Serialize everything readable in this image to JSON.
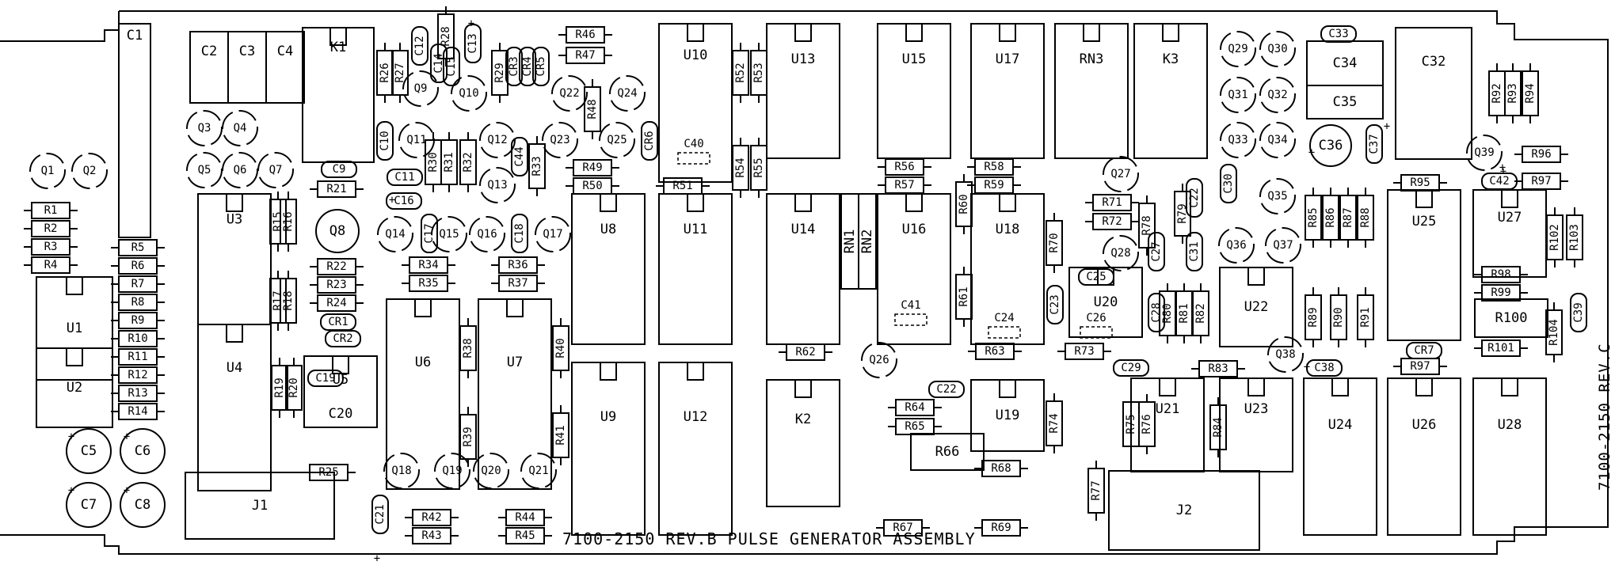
{
  "board_title": "7100-2150 REV.B PULSE GENERATOR ASSEMBLY",
  "board_rev_side": "7100-2150 REV.C",
  "plus_marks": [
    "+",
    "+",
    "+",
    "+",
    "+",
    "+",
    "+",
    "+",
    "+",
    "+",
    "+",
    "+"
  ],
  "rects": [
    {
      "ref": "C1",
      "dir": "h"
    },
    {
      "ref": "C2",
      "dir": "h"
    },
    {
      "ref": "C3",
      "dir": "h"
    },
    {
      "ref": "C4",
      "dir": "h"
    },
    {
      "ref": "K1",
      "dir": "h"
    },
    {
      "ref": "U1",
      "dir": "h"
    },
    {
      "ref": "U2",
      "dir": "h"
    },
    {
      "ref": "U3",
      "dir": "h"
    },
    {
      "ref": "U4",
      "dir": "h"
    },
    {
      "ref": "U5",
      "dir": "h"
    },
    {
      "ref": "C20",
      "dir": "h"
    },
    {
      "ref": "U6",
      "dir": "h"
    },
    {
      "ref": "U7",
      "dir": "h"
    },
    {
      "ref": "U8",
      "dir": "h"
    },
    {
      "ref": "U9",
      "dir": "h"
    },
    {
      "ref": "U10",
      "dir": "h"
    },
    {
      "ref": "U11",
      "dir": "h"
    },
    {
      "ref": "U12",
      "dir": "h"
    },
    {
      "ref": "U13",
      "dir": "h"
    },
    {
      "ref": "U14",
      "dir": "h"
    },
    {
      "ref": "K2",
      "dir": "h"
    },
    {
      "ref": "U15",
      "dir": "h"
    },
    {
      "ref": "U16",
      "dir": "h"
    },
    {
      "ref": "U17",
      "dir": "h"
    },
    {
      "ref": "U18",
      "dir": "h"
    },
    {
      "ref": "U19",
      "dir": "h"
    },
    {
      "ref": "RN3",
      "dir": "h"
    },
    {
      "ref": "K3",
      "dir": "h"
    },
    {
      "ref": "U20",
      "dir": "h"
    },
    {
      "ref": "U21",
      "dir": "h"
    },
    {
      "ref": "U22",
      "dir": "h"
    },
    {
      "ref": "U23",
      "dir": "h"
    },
    {
      "ref": "C34",
      "dir": "h"
    },
    {
      "ref": "C35",
      "dir": "h"
    },
    {
      "ref": "C32",
      "dir": "h"
    },
    {
      "ref": "U24",
      "dir": "h"
    },
    {
      "ref": "U25",
      "dir": "h"
    },
    {
      "ref": "U26",
      "dir": "h"
    },
    {
      "ref": "U27",
      "dir": "h"
    },
    {
      "ref": "U28",
      "dir": "h"
    },
    {
      "ref": "J1",
      "dir": "h"
    },
    {
      "ref": "J2",
      "dir": "h"
    },
    {
      "ref": "R66",
      "dir": "h"
    },
    {
      "ref": "RN1",
      "dir": "v"
    },
    {
      "ref": "RN2",
      "dir": "v"
    },
    {
      "ref": "R100",
      "dir": "h"
    }
  ],
  "resistors": [
    {
      "ref": "R1",
      "dir": "h"
    },
    {
      "ref": "R2",
      "dir": "h"
    },
    {
      "ref": "R3",
      "dir": "h"
    },
    {
      "ref": "R4",
      "dir": "h"
    },
    {
      "ref": "R5",
      "dir": "h"
    },
    {
      "ref": "R6",
      "dir": "h"
    },
    {
      "ref": "R7",
      "dir": "h"
    },
    {
      "ref": "R8",
      "dir": "h"
    },
    {
      "ref": "R9",
      "dir": "h"
    },
    {
      "ref": "R10",
      "dir": "h"
    },
    {
      "ref": "R11",
      "dir": "h"
    },
    {
      "ref": "R12",
      "dir": "h"
    },
    {
      "ref": "R13",
      "dir": "h"
    },
    {
      "ref": "R14",
      "dir": "h"
    },
    {
      "ref": "R15",
      "dir": "v"
    },
    {
      "ref": "R16",
      "dir": "v"
    },
    {
      "ref": "R17",
      "dir": "v"
    },
    {
      "ref": "R18",
      "dir": "v"
    },
    {
      "ref": "R19",
      "dir": "v"
    },
    {
      "ref": "R20",
      "dir": "v"
    },
    {
      "ref": "R21",
      "dir": "h"
    },
    {
      "ref": "R22",
      "dir": "h"
    },
    {
      "ref": "R23",
      "dir": "h"
    },
    {
      "ref": "R24",
      "dir": "h"
    },
    {
      "ref": "R25",
      "dir": "h"
    },
    {
      "ref": "R26",
      "dir": "v"
    },
    {
      "ref": "R27",
      "dir": "v"
    },
    {
      "ref": "R28",
      "dir": "v"
    },
    {
      "ref": "R29",
      "dir": "v"
    },
    {
      "ref": "R30",
      "dir": "v"
    },
    {
      "ref": "R31",
      "dir": "v"
    },
    {
      "ref": "R32",
      "dir": "v"
    },
    {
      "ref": "R33",
      "dir": "v"
    },
    {
      "ref": "R34",
      "dir": "h"
    },
    {
      "ref": "R35",
      "dir": "h"
    },
    {
      "ref": "R36",
      "dir": "h"
    },
    {
      "ref": "R37",
      "dir": "h"
    },
    {
      "ref": "R38",
      "dir": "v"
    },
    {
      "ref": "R39",
      "dir": "v"
    },
    {
      "ref": "R40",
      "dir": "v"
    },
    {
      "ref": "R41",
      "dir": "v"
    },
    {
      "ref": "R42",
      "dir": "h"
    },
    {
      "ref": "R43",
      "dir": "h"
    },
    {
      "ref": "R44",
      "dir": "h"
    },
    {
      "ref": "R45",
      "dir": "h"
    },
    {
      "ref": "R46",
      "dir": "h"
    },
    {
      "ref": "R47",
      "dir": "h"
    },
    {
      "ref": "R48",
      "dir": "v"
    },
    {
      "ref": "R49",
      "dir": "h"
    },
    {
      "ref": "R50",
      "dir": "h"
    },
    {
      "ref": "R51",
      "dir": "h"
    },
    {
      "ref": "R52",
      "dir": "v"
    },
    {
      "ref": "R53",
      "dir": "v"
    },
    {
      "ref": "R54",
      "dir": "v"
    },
    {
      "ref": "R55",
      "dir": "v"
    },
    {
      "ref": "R56",
      "dir": "h"
    },
    {
      "ref": "R57",
      "dir": "h"
    },
    {
      "ref": "R58",
      "dir": "h"
    },
    {
      "ref": "R59",
      "dir": "h"
    },
    {
      "ref": "R60",
      "dir": "v"
    },
    {
      "ref": "R61",
      "dir": "v"
    },
    {
      "ref": "R62",
      "dir": "h"
    },
    {
      "ref": "R63",
      "dir": "h"
    },
    {
      "ref": "R64",
      "dir": "h"
    },
    {
      "ref": "R65",
      "dir": "h"
    },
    {
      "ref": "R67",
      "dir": "h"
    },
    {
      "ref": "R68",
      "dir": "h"
    },
    {
      "ref": "R69",
      "dir": "h"
    },
    {
      "ref": "R70",
      "dir": "v"
    },
    {
      "ref": "R71",
      "dir": "h"
    },
    {
      "ref": "R72",
      "dir": "h"
    },
    {
      "ref": "R73",
      "dir": "h"
    },
    {
      "ref": "R74",
      "dir": "v"
    },
    {
      "ref": "R75",
      "dir": "v"
    },
    {
      "ref": "R76",
      "dir": "v"
    },
    {
      "ref": "R77",
      "dir": "v"
    },
    {
      "ref": "R78",
      "dir": "v"
    },
    {
      "ref": "R79",
      "dir": "v"
    },
    {
      "ref": "R80",
      "dir": "v"
    },
    {
      "ref": "R81",
      "dir": "v"
    },
    {
      "ref": "R82",
      "dir": "v"
    },
    {
      "ref": "R83",
      "dir": "h"
    },
    {
      "ref": "R84",
      "dir": "v"
    },
    {
      "ref": "R85",
      "dir": "v"
    },
    {
      "ref": "R86",
      "dir": "v"
    },
    {
      "ref": "R87",
      "dir": "v"
    },
    {
      "ref": "R88",
      "dir": "v"
    },
    {
      "ref": "R89",
      "dir": "v"
    },
    {
      "ref": "R90",
      "dir": "v"
    },
    {
      "ref": "R91",
      "dir": "v"
    },
    {
      "ref": "R92",
      "dir": "v"
    },
    {
      "ref": "R93",
      "dir": "v"
    },
    {
      "ref": "R94",
      "dir": "v"
    },
    {
      "ref": "R95",
      "dir": "h"
    },
    {
      "ref": "R96",
      "dir": "h"
    },
    {
      "ref": "R97",
      "dir": "h"
    },
    {
      "ref": "R97",
      "dir": "h"
    },
    {
      "ref": "R98",
      "dir": "h"
    },
    {
      "ref": "R99",
      "dir": "h"
    },
    {
      "ref": "R101",
      "dir": "h"
    },
    {
      "ref": "R102",
      "dir": "v"
    },
    {
      "ref": "R103",
      "dir": "v"
    },
    {
      "ref": "R104",
      "dir": "v"
    }
  ],
  "caps": [
    {
      "ref": "C9",
      "dir": "h"
    },
    {
      "ref": "C10",
      "dir": "v"
    },
    {
      "ref": "C11",
      "dir": "h"
    },
    {
      "ref": "C12",
      "dir": "v"
    },
    {
      "ref": "C13",
      "dir": "v"
    },
    {
      "ref": "C14",
      "dir": "v"
    },
    {
      "ref": "C15",
      "dir": "v"
    },
    {
      "ref": "C16",
      "dir": "h"
    },
    {
      "ref": "C17",
      "dir": "v"
    },
    {
      "ref": "C18",
      "dir": "v"
    },
    {
      "ref": "C19",
      "dir": "h"
    },
    {
      "ref": "C21",
      "dir": "v"
    },
    {
      "ref": "C22",
      "dir": "h"
    },
    {
      "ref": "C22",
      "dir": "v"
    },
    {
      "ref": "C23",
      "dir": "v"
    },
    {
      "ref": "C25",
      "dir": "h"
    },
    {
      "ref": "C27",
      "dir": "v"
    },
    {
      "ref": "C28",
      "dir": "v"
    },
    {
      "ref": "C29",
      "dir": "h"
    },
    {
      "ref": "C30",
      "dir": "v"
    },
    {
      "ref": "C31",
      "dir": "v"
    },
    {
      "ref": "C33",
      "dir": "h"
    },
    {
      "ref": "C37",
      "dir": "v"
    },
    {
      "ref": "C38",
      "dir": "h"
    },
    {
      "ref": "C39",
      "dir": "v"
    },
    {
      "ref": "C42",
      "dir": "h"
    },
    {
      "ref": "C44",
      "dir": "v"
    },
    {
      "ref": "CR1",
      "dir": "h"
    },
    {
      "ref": "CR2",
      "dir": "h"
    },
    {
      "ref": "CR3",
      "dir": "v"
    },
    {
      "ref": "CR4",
      "dir": "v"
    },
    {
      "ref": "CR5",
      "dir": "v"
    },
    {
      "ref": "CR6",
      "dir": "v"
    },
    {
      "ref": "CR7",
      "dir": "h"
    }
  ],
  "dashed_caps": [
    "C24",
    "C26",
    "C40",
    "C41"
  ],
  "transistors": [
    "Q1",
    "Q2",
    "Q3",
    "Q4",
    "Q5",
    "Q6",
    "Q7",
    "Q9",
    "Q10",
    "Q11",
    "Q12",
    "Q13",
    "Q14",
    "Q15",
    "Q16",
    "Q17",
    "Q18",
    "Q19",
    "Q20",
    "Q21",
    "Q22",
    "Q23",
    "Q24",
    "Q25",
    "Q26",
    "Q27",
    "Q28",
    "Q29",
    "Q30",
    "Q31",
    "Q32",
    "Q33",
    "Q34",
    "Q35",
    "Q36",
    "Q37",
    "Q38",
    "Q39"
  ],
  "big_caps": [
    "Q8",
    "C5",
    "C6",
    "C7",
    "C8",
    "C36"
  ]
}
